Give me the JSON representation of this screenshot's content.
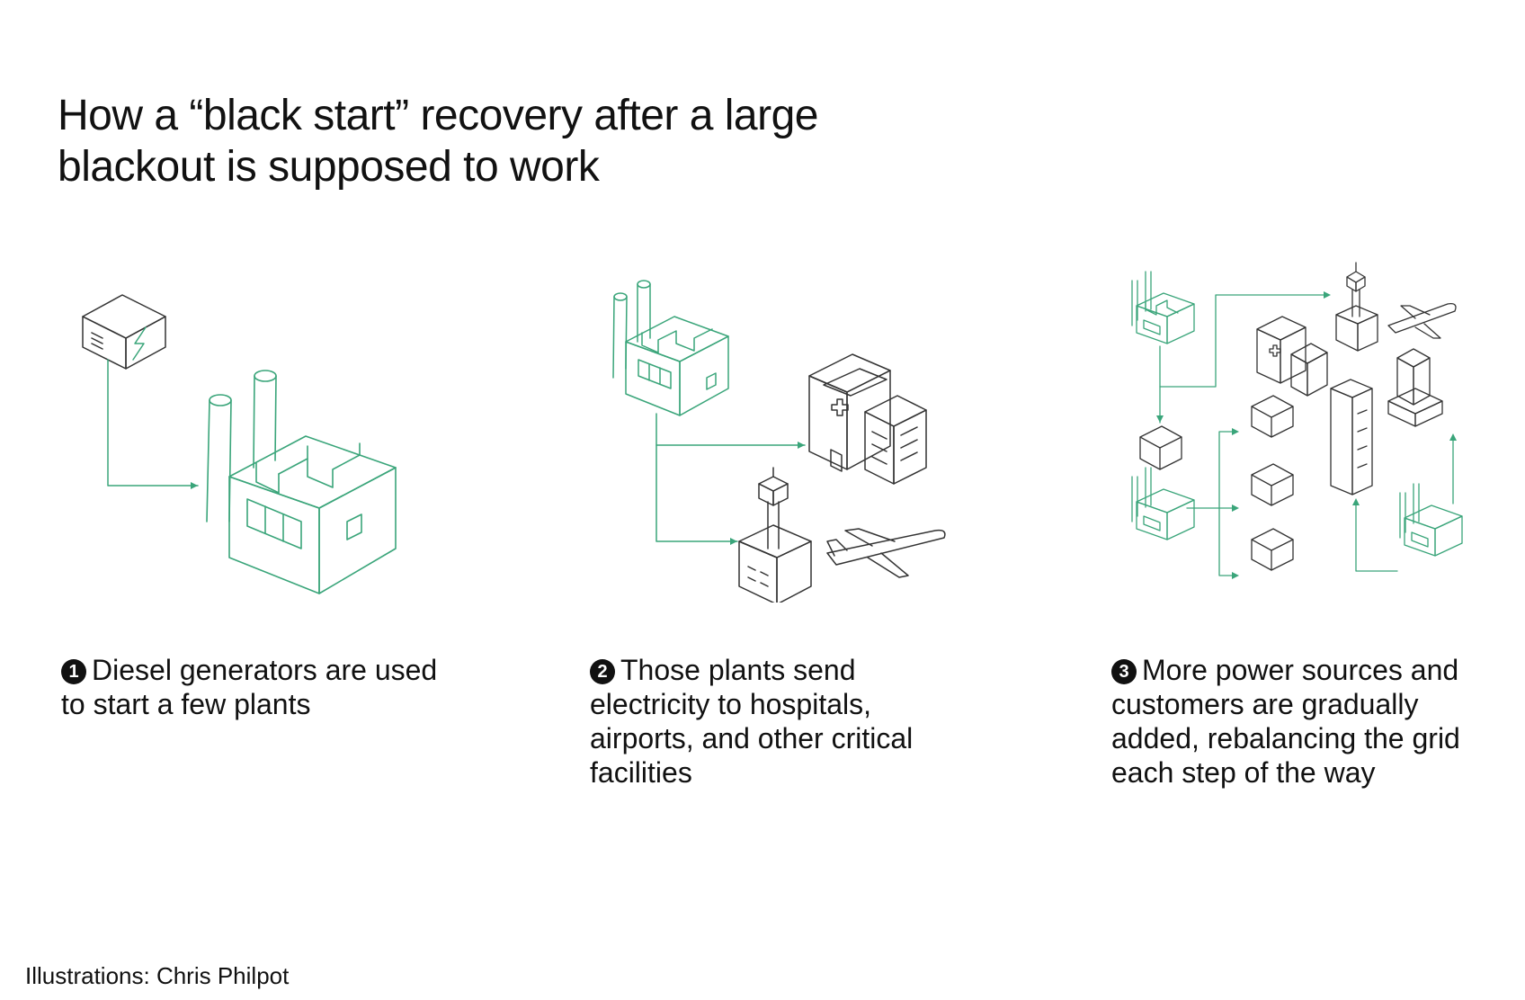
{
  "title": "How a “black start” recovery after a large blackout is supposed to work",
  "steps": [
    {
      "number": "1",
      "text": "Diesel generators are used to start a few plants",
      "icons": [
        "diesel-generator-icon",
        "power-plant-icon"
      ]
    },
    {
      "number": "2",
      "text": "Those plants send electricity to hospitals, airports, and other critical facilities",
      "icons": [
        "power-plant-icon",
        "hospital-icon",
        "airport-tower-icon",
        "airplane-icon"
      ]
    },
    {
      "number": "3",
      "text": "More power sources and customers are gradually added, rebalancing the grid each step of the way",
      "icons": [
        "power-plant-icon",
        "hospital-icon",
        "airport-tower-icon",
        "airplane-icon",
        "house-icon",
        "office-tower-icon",
        "office-building-icon"
      ]
    }
  ],
  "credit": "Illustrations: Chris Philpot",
  "colors": {
    "accent": "#3aa57a",
    "ink": "#333333",
    "text": "#111111",
    "background": "#ffffff"
  }
}
